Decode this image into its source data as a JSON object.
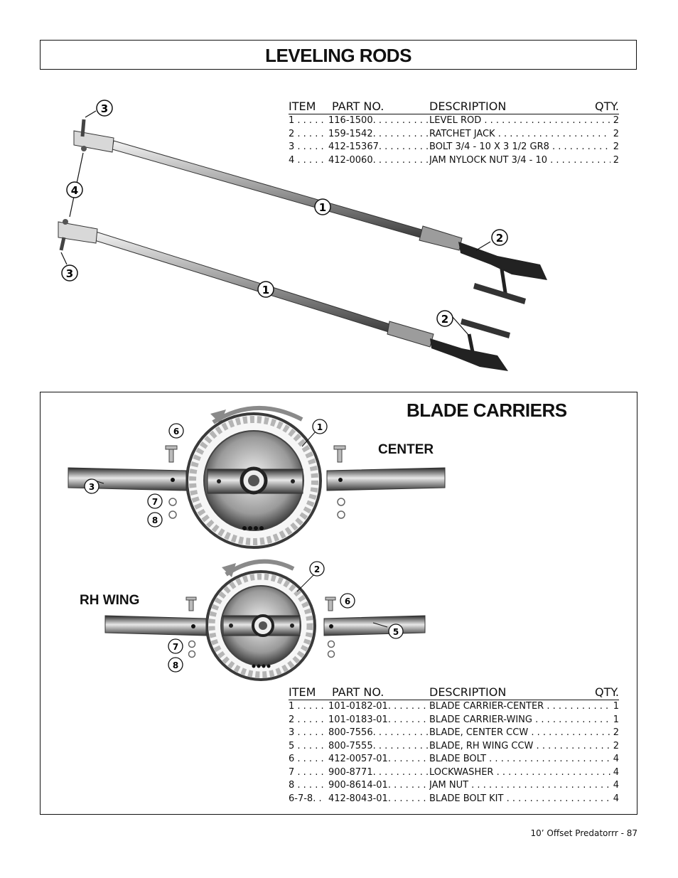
{
  "leveling_rods": {
    "title": "LEVELING RODS",
    "table": {
      "headers": {
        "item": "ITEM",
        "part": "PART NO.",
        "desc": "DESCRIPTION",
        "qty": "QTY."
      },
      "rows": [
        {
          "item": "1 . . . . .",
          "part": "116-1500. . . . . . . . . .",
          "desc": "LEVEL ROD",
          "qty": "2"
        },
        {
          "item": "2 . . . . .",
          "part": "159-1542. . . . . . . . . .",
          "desc": "RATCHET JACK",
          "qty": "2"
        },
        {
          "item": "3 . . . . .",
          "part": "412-15367. . . . . . . . .",
          "desc": "BOLT 3/4 - 10 X 3 1/2 GR8",
          "qty": "2"
        },
        {
          "item": "4 . . . . .",
          "part": "412-0060. . . . . . . . . .",
          "desc": "JAM NYLOCK NUT 3/4 - 10",
          "qty": "2"
        }
      ]
    },
    "callouts": [
      "3",
      "4",
      "1",
      "2",
      "3",
      "1",
      "2"
    ]
  },
  "blade_carriers": {
    "title": "BLADE CARRIERS",
    "center_label": "CENTER",
    "wing_label": "RH WING",
    "callouts": [
      "1",
      "6",
      "3",
      "7",
      "8",
      "2",
      "6",
      "5",
      "7",
      "8"
    ],
    "table": {
      "headers": {
        "item": "ITEM",
        "part": "PART NO.",
        "desc": "DESCRIPTION",
        "qty": "QTY."
      },
      "rows": [
        {
          "item": "1 . . . . .",
          "part": "101-0182-01. . . . . . .",
          "desc": "BLADE CARRIER-CENTER",
          "qty": "1"
        },
        {
          "item": "2 . . . . .",
          "part": "101-0183-01. . . . . . .",
          "desc": "BLADE CARRIER-WING",
          "qty": "1"
        },
        {
          "item": "3 . . . . .",
          "part": "800-7556. . . . . . . . . .",
          "desc": "BLADE, CENTER CCW",
          "qty": "2"
        },
        {
          "item": "5 . . . . .",
          "part": "800-7555. . . . . . . . . .",
          "desc": "BLADE, RH WING CCW",
          "qty": "2"
        },
        {
          "item": "6 . . . . .",
          "part": "412-0057-01. . . . . . .",
          "desc": "BLADE BOLT",
          "qty": "4"
        },
        {
          "item": "7 . . . . .",
          "part": "900-8771. . . . . . . . . .",
          "desc": "LOCKWASHER",
          "qty": "4"
        },
        {
          "item": "8 . . . . .",
          "part": "900-8614-01. . . . . . .",
          "desc": "JAM NUT",
          "qty": "4"
        },
        {
          "item": "6-7-8. .",
          "part": "412-8043-01. . . . . . .",
          "desc": "BLADE BOLT KIT",
          "qty": "4"
        }
      ]
    }
  },
  "footer": "10’ Offset Predatorrr - 87"
}
